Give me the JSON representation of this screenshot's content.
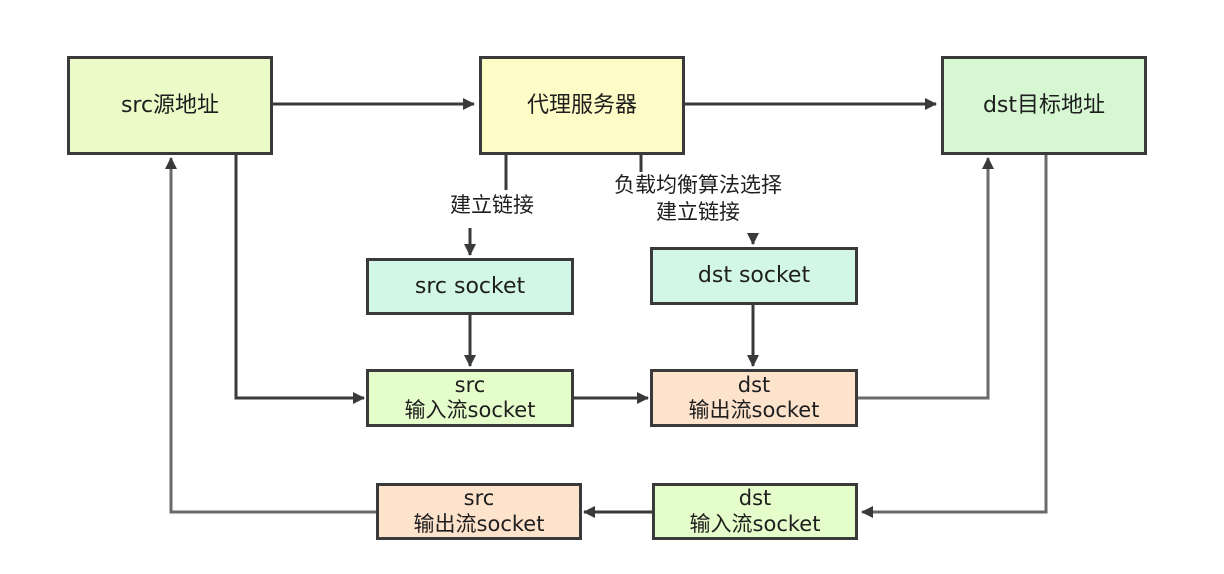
{
  "colors": {
    "src_addr": "#eafbc7",
    "proxy": "#fdfcc6",
    "dst_addr": "#d6f7d2",
    "socket": "#d3f7e6",
    "src_in": "#e5fccb",
    "dst_out": "#fde2cc",
    "src_out": "#fde2cc",
    "dst_in": "#e5fccb",
    "line": "#3a3a3a"
  },
  "nodes": {
    "src_addr": {
      "label": "src源地址"
    },
    "proxy": {
      "label": "代理服务器"
    },
    "dst_addr": {
      "label": "dst目标地址"
    },
    "src_socket": {
      "label": "src socket"
    },
    "dst_socket": {
      "label": "dst socket"
    },
    "src_in_stream": {
      "line1": "src",
      "line2": "输入流socket"
    },
    "dst_out_stream": {
      "line1": "dst",
      "line2": "输出流socket"
    },
    "src_out_stream": {
      "line1": "src",
      "line2": "输出流socket"
    },
    "dst_in_stream": {
      "line1": "dst",
      "line2": "输入流socket"
    }
  },
  "edge_labels": {
    "proxy_to_src_socket": "建立链接",
    "proxy_to_dst_socket_line1": "负载均衡算法选择",
    "proxy_to_dst_socket_line2": "建立链接"
  }
}
